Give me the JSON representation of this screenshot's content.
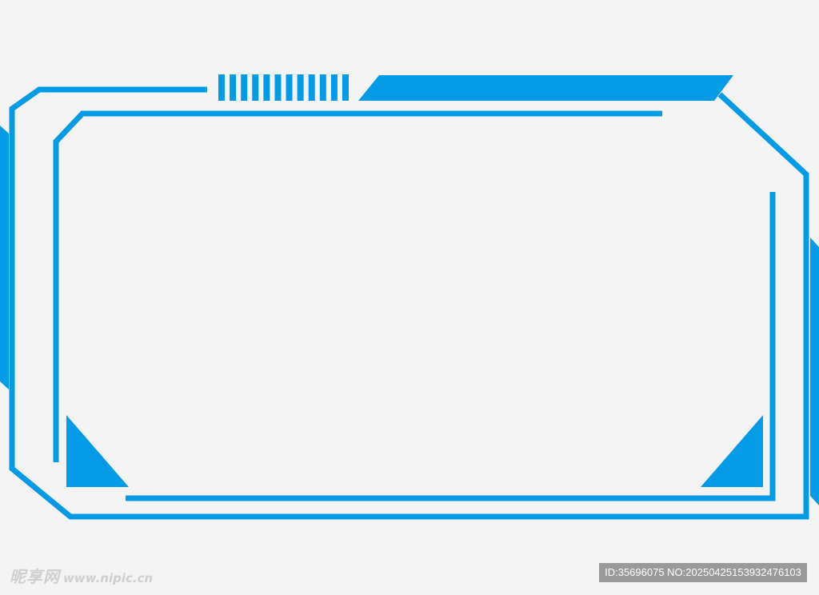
{
  "theme": {
    "frame_color": "#039be5",
    "background_color": "#f4f4f4"
  },
  "decor": {
    "tick_bar_count": 12
  },
  "watermark": {
    "brand": "昵享网",
    "url": "www.nipic.cn"
  },
  "image_info": {
    "id_text": "ID:35696075 NO:20250425153932476103"
  }
}
